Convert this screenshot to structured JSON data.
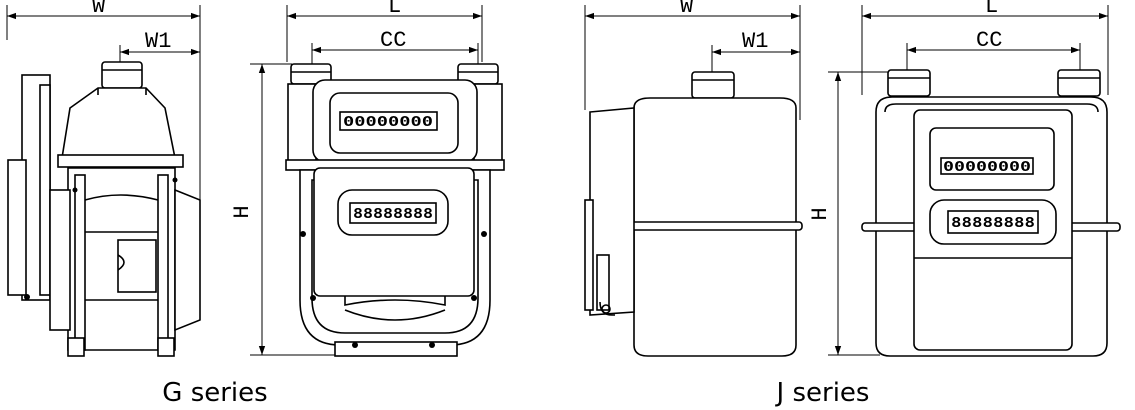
{
  "dimensions": {
    "w": "W",
    "w1": "W1",
    "l": "L",
    "cc": "CC",
    "h": "H"
  },
  "counters": {
    "g_top": "00000000",
    "g_bottom": "88888888",
    "j_top": "00000000",
    "j_bottom": "88888888"
  },
  "captions": {
    "g": "G series",
    "j": "J series"
  }
}
